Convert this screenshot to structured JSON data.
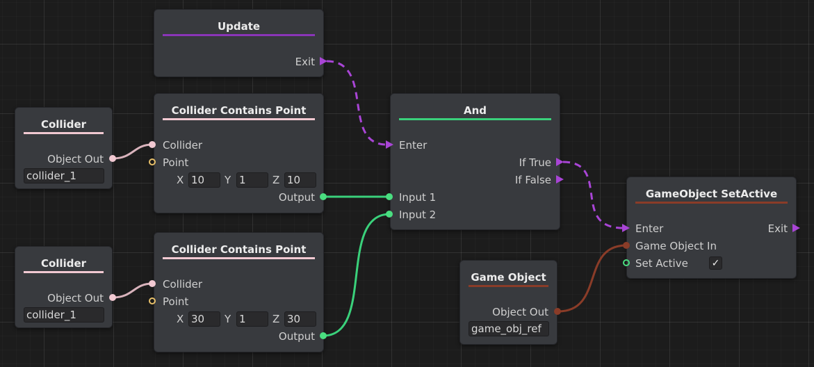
{
  "colors": {
    "flow": "#a945d6",
    "collider": "#f2c9d2",
    "point": "#e8c06a",
    "bool": "#4ade80",
    "gameobject": "#8a3c28",
    "update_accent": "#8a35b8",
    "and_accent": "#3ad17b"
  },
  "nodes": {
    "update": {
      "title": "Update",
      "exit": "Exit"
    },
    "collider_1": {
      "title": "Collider",
      "output": "Object Out",
      "value": "collider_1"
    },
    "collider_2": {
      "title": "Collider",
      "output": "Object Out",
      "value": "collider_1"
    },
    "contains_1": {
      "title": "Collider Contains Point",
      "input_collider": "Collider",
      "input_point": "Point",
      "x_label": "X",
      "x": "10",
      "y_label": "Y",
      "y": "1",
      "z_label": "Z",
      "z": "10",
      "output": "Output"
    },
    "contains_2": {
      "title": "Collider Contains Point",
      "input_collider": "Collider",
      "input_point": "Point",
      "x_label": "X",
      "x": "30",
      "y_label": "Y",
      "y": "1",
      "z_label": "Z",
      "z": "30",
      "output": "Output"
    },
    "and": {
      "title": "And",
      "enter": "Enter",
      "if_true": "If True",
      "if_false": "If False",
      "input_1": "Input 1",
      "input_2": "Input 2"
    },
    "game_object": {
      "title": "Game Object",
      "output": "Object Out",
      "value": "game_obj_ref"
    },
    "set_active": {
      "title": "GameObject SetActive",
      "enter": "Enter",
      "exit": "Exit",
      "game_object_in": "Game Object In",
      "set_active": "Set Active",
      "checked": "✓"
    }
  }
}
